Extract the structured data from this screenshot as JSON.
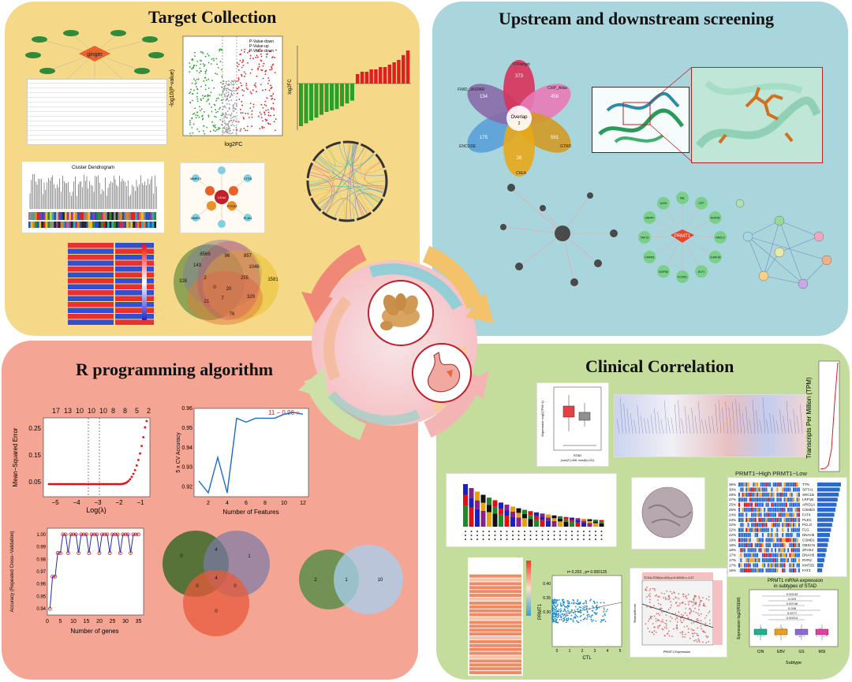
{
  "quadrants": {
    "target_collection": {
      "title": "Target Collection"
    },
    "upstream_downstream": {
      "title": "Upstream and downstream screening"
    },
    "r_programming": {
      "title": "R programming algorithm"
    },
    "clinical_correlation": {
      "title": "Clinical Correlation"
    }
  },
  "target_collection": {
    "network_center": "ginger",
    "volcano": {
      "ylabel": "-log10(P-value)",
      "xlabel": "log2FC",
      "legend": [
        "P-Value-down",
        "P-Value-up",
        "P-Value-down"
      ]
    },
    "bar": {
      "ylabel": "log2FC"
    },
    "dendrogram": {
      "title": "Cluster Dendrogram"
    },
    "ppi_nodes": [
      "CD44",
      "CTSS",
      "MMP13",
      "MMP3",
      "PTGS2",
      "PLAU"
    ],
    "venn_labels": [
      "8569",
      "143",
      "96",
      "857",
      "1046",
      "328",
      "2",
      "0",
      "255",
      "1581",
      "21",
      "20",
      "7",
      "329",
      "76"
    ]
  },
  "upstream_downstream": {
    "flower": {
      "center": "Overlap",
      "center_value": "2",
      "petals": [
        {
          "label": "FIMO_JASPAR",
          "value": "175",
          "color": "#5aa0d8"
        },
        {
          "label": "ENCODE",
          "value": "134",
          "color": "#8a6aa8"
        },
        {
          "label": "hTFtarget",
          "value": "373",
          "color": "#d8335a"
        },
        {
          "label": "ChIP_Atlas",
          "value": "456",
          "color": "#e87ab8"
        },
        {
          "label": "GTRD",
          "value": "591",
          "color": "#d29a26"
        },
        {
          "label": "ChEA",
          "value": "26",
          "color": "#e8a818"
        }
      ]
    },
    "net_center": "PRMT1",
    "net_nodes": [
      "NR2C2",
      "CHAF1B",
      "ELF1",
      "FOXM1",
      "NOP56",
      "CARM1",
      "TAF15",
      "SNRPF",
      "KAT8",
      "FBL",
      "CFP",
      "NOP58"
    ]
  },
  "r_programming": {
    "lasso": {
      "xlabel": "Log(λ)",
      "ylabel": "Mean−Squared Error",
      "top_ticks": [
        "17",
        "13",
        "10",
        "10",
        "10",
        "8",
        "8",
        "5",
        "2"
      ],
      "x_ticks": [
        "−5",
        "−4",
        "−3",
        "−2",
        "−1"
      ],
      "y_ticks": [
        "0.25",
        "0.15",
        "0.05"
      ]
    },
    "svm_rfe": {
      "xlabel": "Number of Features",
      "ylabel": "5 x CV Accuracy",
      "annotation": "11 − 0.96 ○",
      "x_ticks": [
        "2",
        "4",
        "6",
        "8",
        "10",
        "12"
      ],
      "y_ticks": [
        "0.96",
        "0.95",
        "0.94",
        "0.93",
        "0.92"
      ]
    },
    "rf_cv": {
      "xlabel": "Number of genes",
      "ylabel": "Accuracy (Repeated Cross−Validation)",
      "x_ticks": [
        "0",
        "5",
        "10",
        "15",
        "20",
        "25",
        "30",
        "35"
      ],
      "y_ticks": [
        "1.00",
        "0.99",
        "0.98",
        "0.97",
        "0.96",
        "0.95",
        "0.94"
      ]
    },
    "venn3": {
      "values": [
        "0",
        "4",
        "1",
        "0",
        "4",
        "0",
        "0"
      ]
    },
    "venn2": {
      "values": [
        "2",
        "1",
        "10"
      ]
    }
  },
  "clinical_correlation": {
    "boxplot": {
      "ylabel": "Expression−log2(TPM+1)",
      "xlabel": "STAD",
      "sub": "(num(T)=408; num(N)=211)"
    },
    "tpm": {
      "ylabel": "Transcripts Per Million (TPM)"
    },
    "oncoprint": {
      "header": "PRMT1−High PRMT1−Low",
      "pcts": [
        "36%",
        "30%",
        "28%",
        "27%",
        "25%",
        "25%",
        "24%",
        "23%",
        "22%",
        "22%",
        "22%",
        "19%",
        "18%",
        "18%",
        "17%",
        "17%",
        "17%",
        "16%"
      ],
      "genes": [
        "TTN",
        "SPTA1",
        "SRC1B",
        "LRP1B",
        "ARID1A",
        "CSMD3",
        "FAT4",
        "PLEC",
        "PCLO",
        "FLG",
        "DNAH5",
        "CSMD1",
        "OBSCN",
        "ZFHX4",
        "DNAH5",
        "RYR2",
        "KMT2D",
        "FAT3"
      ]
    },
    "scatter1": {
      "stats": "r= 0.203 , p= 0.000125",
      "xlabel": "CTL",
      "ylabel": "PRMT1",
      "x_ticks": [
        "0",
        "1",
        "2",
        "3",
        "4",
        "5"
      ],
      "y_ticks": [
        "0.40",
        "0.35",
        "0.30"
      ]
    },
    "scatter2": {
      "stats": "TCGA-STAD(n=415) p=0.00026 r=-0.27",
      "xlabel": "PRMT1 Expression",
      "ylabel": "StromalScore"
    },
    "subtype": {
      "title1": "PRMT1 mRNA expression",
      "title2": "in subtypes of STAD",
      "ylabel": "Expression log2(RSEM)",
      "xlabel": "Subtype",
      "categories": [
        "CIN",
        "EBV",
        "GS",
        "MSI"
      ],
      "pvals": [
        "0.00133",
        "0.023",
        "0.00746",
        "0.038",
        "0.0277",
        "0.00214"
      ]
    }
  },
  "center": {
    "ginger_icon": "ginger-image",
    "stomach_icon": "stomach-image"
  }
}
